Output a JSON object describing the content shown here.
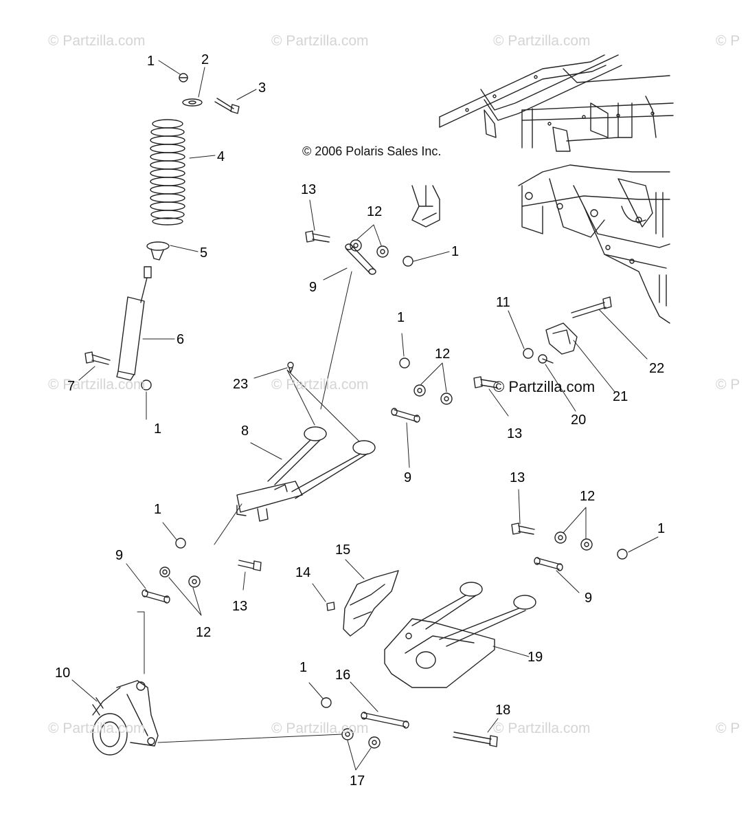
{
  "watermark_text": "© Partzilla.com",
  "watermark_partial": "© P",
  "copyright": "© 2006 Polaris Sales Inc.",
  "center_watermark": "© Partzilla.com",
  "callouts": {
    "c1a": "1",
    "c2": "2",
    "c3": "3",
    "c4": "4",
    "c5": "5",
    "c6": "6",
    "c7": "7",
    "c1b": "1",
    "c13a": "13",
    "c12a": "12",
    "c1c": "1",
    "c9a": "9",
    "c11": "11",
    "c22": "22",
    "c1d": "1",
    "c12b": "12",
    "c23": "23",
    "c8": "8",
    "c13b": "13",
    "c20": "20",
    "c21": "21",
    "c9b": "9",
    "c13c": "13",
    "c12c": "12",
    "c1e": "1",
    "c1f": "1",
    "c9c": "9",
    "c12d": "12",
    "c13d": "13",
    "c14": "14",
    "c15": "15",
    "c9d": "9",
    "c19": "19",
    "c10": "10",
    "c1g": "1",
    "c16": "16",
    "c18": "18",
    "c17": "17"
  }
}
